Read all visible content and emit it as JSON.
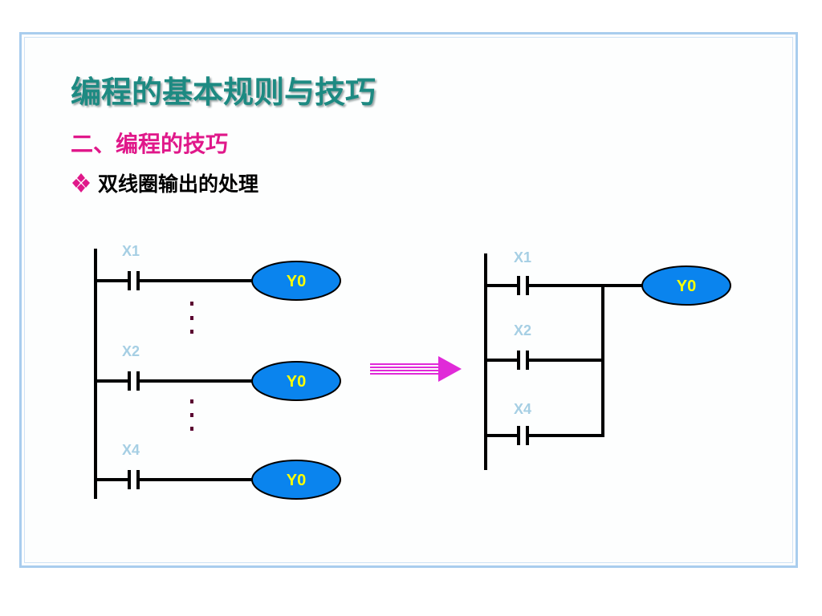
{
  "slide": {
    "title": "编程的基本规则与技巧",
    "subtitle": "二、编程的技巧",
    "bullet": {
      "icon": "four-diamond-bullet-icon",
      "text": "双线圈输出的处理"
    }
  },
  "colors": {
    "title": "#1d8a82",
    "subtitle": "#e0188a",
    "contact_label": "#a6cfe4",
    "coil_fill": "#0a84ee",
    "coil_label": "#ffff00",
    "arrow": "#e02ad8",
    "ellipsis": "#5a0030",
    "frame": "#a9cdee"
  },
  "diagram_before": {
    "rungs": [
      {
        "contact": "X1",
        "coil": "Y0"
      },
      {
        "contact": "X2",
        "coil": "Y0"
      },
      {
        "contact": "X4",
        "coil": "Y0"
      }
    ]
  },
  "diagram_after": {
    "contacts": [
      "X1",
      "X2",
      "X4"
    ],
    "coil": "Y0"
  }
}
